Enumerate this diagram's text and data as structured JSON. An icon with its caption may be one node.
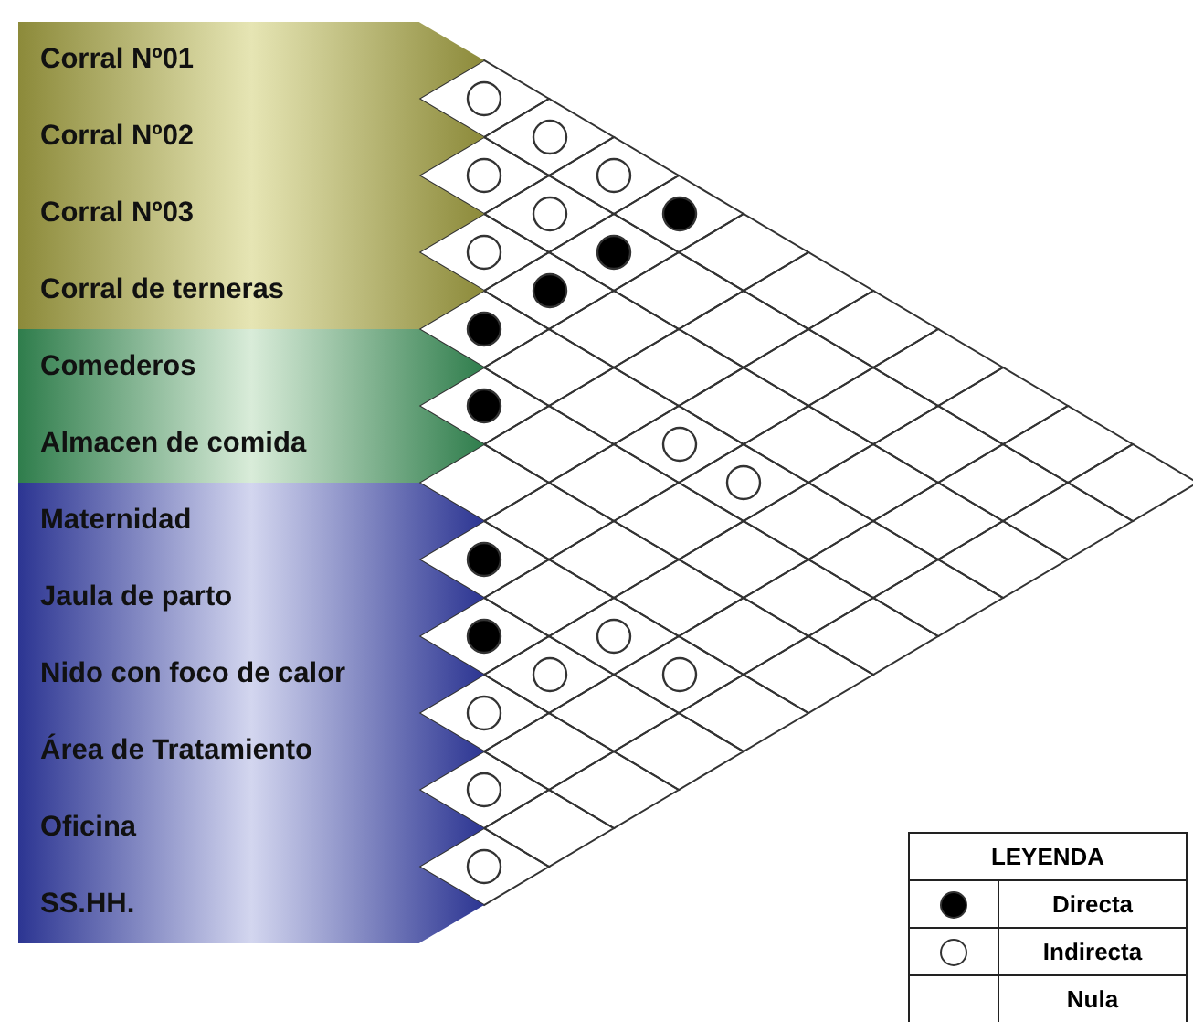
{
  "diagram": {
    "nodes": [
      {
        "text": [
          "Corral Nº01"
        ]
      },
      {
        "text": [
          "Corral Nº02"
        ]
      },
      {
        "text": [
          "Corral Nº03"
        ]
      },
      {
        "text": [
          "Corral de terneras"
        ]
      },
      {
        "text": [
          "Comederos"
        ]
      },
      {
        "text": [
          "Almacen de comida"
        ]
      },
      {
        "text": [
          "Maternidad"
        ]
      },
      {
        "text": [
          "Jaula de parto"
        ]
      },
      {
        "text": [
          "Nido con foco de calor"
        ]
      },
      {
        "text": [
          "Área de Tratamiento"
        ]
      },
      {
        "text": [
          "Oficina"
        ]
      },
      {
        "text": [
          "SS.HH."
        ]
      },
      {
        "text": [],
        "shape": "circle"
      },
      {
        "text": [],
        "shape": "circle"
      },
      {
        "text": [],
        "shape": "circle"
      },
      {
        "text": [],
        "shape": "circle"
      },
      {
        "text": [],
        "shape": "circle"
      },
      {
        "text": [],
        "shape": "dot"
      },
      {
        "text": [],
        "shape": "circle"
      },
      {
        "text": [],
        "shape": "dot"
      },
      {
        "text": [],
        "shape": "dot"
      },
      {
        "text": [],
        "shape": "dot"
      },
      {
        "text": [],
        "shape": "dot"
      },
      {
        "text": [],
        "shape": "circle"
      },
      {
        "text": [],
        "shape": "circle"
      },
      {
        "text": [],
        "shape": "dot"
      },
      {
        "text": [],
        "shape": "dot"
      },
      {
        "text": [],
        "shape": "circle"
      },
      {
        "text": [],
        "shape": "circle"
      },
      {
        "text": [],
        "shape": "circle"
      },
      {
        "text": [],
        "shape": "circle"
      },
      {
        "text": [],
        "shape": "circle"
      },
      {
        "text": [],
        "shape": "circle"
      }
    ],
    "labels": [
      "LEYENDA"
    ],
    "legend": [
      {
        "text": "Directa"
      },
      {
        "text": "Indirecta"
      },
      {
        "text": "Nula"
      }
    ]
  }
}
